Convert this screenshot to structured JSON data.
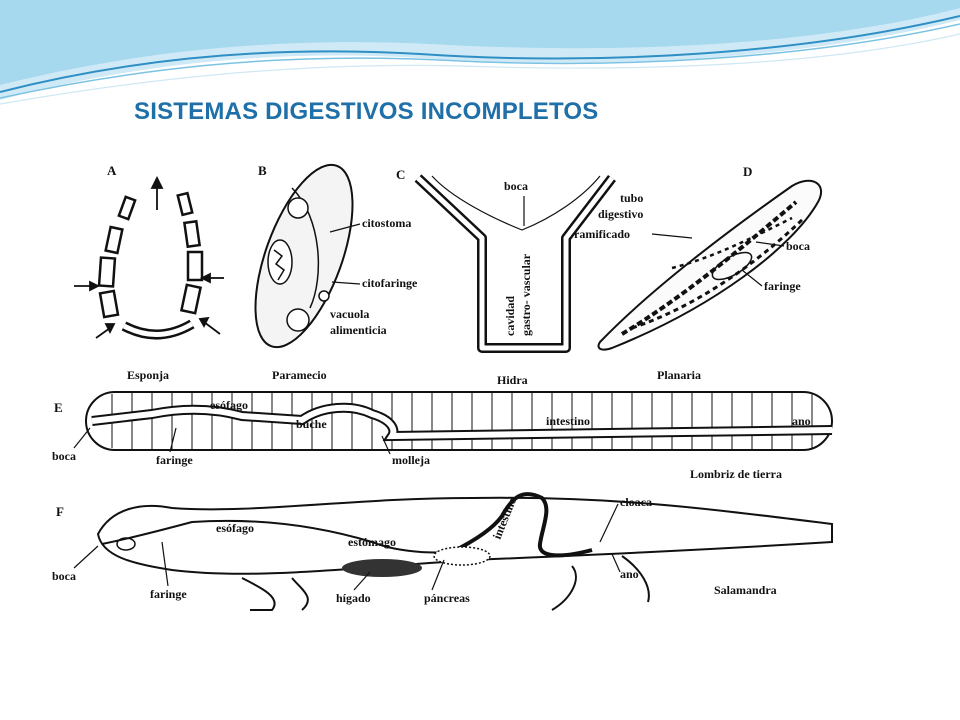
{
  "slide": {
    "title": "SISTEMAS DIGESTIVOS INCOMPLETOS",
    "colors": {
      "title": "#1f6fa8",
      "wave_light": "#cfeaf6",
      "wave_mid": "#7cc3e3",
      "wave_dark": "#2f8fc4"
    }
  },
  "figure": {
    "panels": {
      "a": {
        "letter": "A",
        "caption": "Esponja"
      },
      "b": {
        "letter": "B",
        "caption": "Paramecio",
        "labels": {
          "citostoma": "citostoma",
          "citofaringe": "citofaringe",
          "vacuola": "vacuola",
          "alimenticia": "alimenticia"
        }
      },
      "c": {
        "letter": "C",
        "caption": "Hidra",
        "labels": {
          "boca": "boca",
          "cavidad": "cavidad",
          "gastrovascular": "gastro- vascular"
        }
      },
      "d": {
        "letter": "D",
        "caption": "Planaria",
        "labels": {
          "tubo": "tubo",
          "digestivo": "digestivo",
          "ramificado": "ramificado",
          "boca": "boca",
          "faringe": "faringe"
        }
      },
      "e": {
        "letter": "E",
        "caption": "Lombriz de tierra",
        "labels": {
          "esofago": "esófago",
          "buche": "buche",
          "intestino": "intestino",
          "ano": "ano",
          "boca": "boca",
          "faringe": "faringe",
          "molleja": "molleja"
        }
      },
      "f": {
        "letter": "F",
        "caption": "Salamandra",
        "labels": {
          "esofago": "esófago",
          "estomago": "estómago",
          "intestino": "intestino",
          "cloaca": "cloaca",
          "boca": "boca",
          "faringe": "faringe",
          "higado": "hígado",
          "pancreas": "páncreas",
          "ano": "ano"
        }
      }
    }
  }
}
